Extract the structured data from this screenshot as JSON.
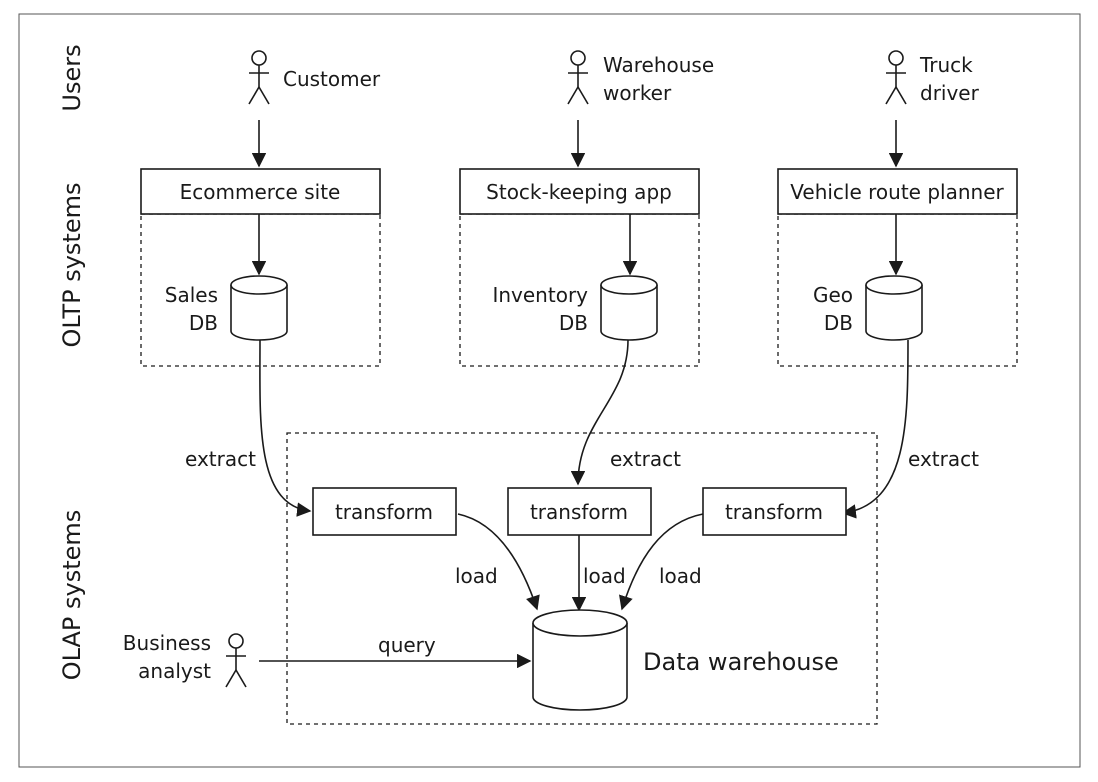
{
  "lanes": {
    "users": "Users",
    "oltp": "OLTP systems",
    "olap": "OLAP systems"
  },
  "actors": {
    "customer": "Customer",
    "warehouse_worker": [
      "Warehouse",
      "worker"
    ],
    "truck_driver": [
      "Truck",
      "driver"
    ],
    "business_analyst": [
      "Business",
      "analyst"
    ]
  },
  "apps": {
    "ecommerce": "Ecommerce site",
    "stock": "Stock-keeping app",
    "vehicle": "Vehicle route planner"
  },
  "databases": {
    "sales": [
      "Sales",
      "DB"
    ],
    "inventory": [
      "Inventory",
      "DB"
    ],
    "geo": [
      "Geo",
      "DB"
    ]
  },
  "etl": {
    "extract": "extract",
    "transform": "transform",
    "load": "load",
    "query": "query"
  },
  "warehouse": "Data warehouse",
  "icons": {
    "actor": "person-stick-figure-icon",
    "database": "cylinder-database-icon"
  }
}
